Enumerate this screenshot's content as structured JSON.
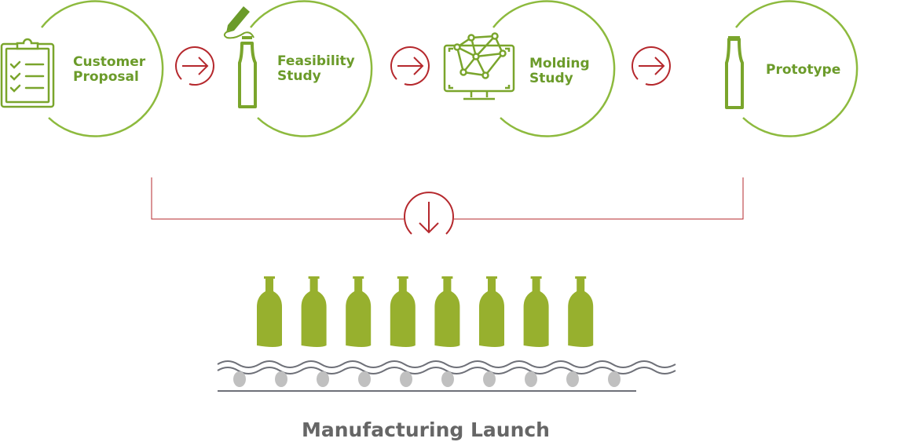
{
  "steps": [
    {
      "line1": "Customer",
      "line2": "Proposal",
      "icon": "clipboard-checklist-icon"
    },
    {
      "line1": "Feasibility",
      "line2": "Study",
      "icon": "bottle-pen-icon"
    },
    {
      "line1": "Molding",
      "line2": "Study",
      "icon": "monitor-3d-model-icon"
    },
    {
      "line1": "Prototype",
      "line2": "",
      "icon": "bottle-outline-icon"
    }
  ],
  "final_step": {
    "label": "Manufacturing Launch",
    "icon": "bottle-conveyor-icon",
    "bottle_count": 8
  },
  "colors": {
    "green_text": "#6b9b2a",
    "green_line": "#8dba3e",
    "bottle": "#97b02e",
    "red": "#b5282d",
    "gray": "#666666",
    "roller": "#c0c0c0"
  }
}
